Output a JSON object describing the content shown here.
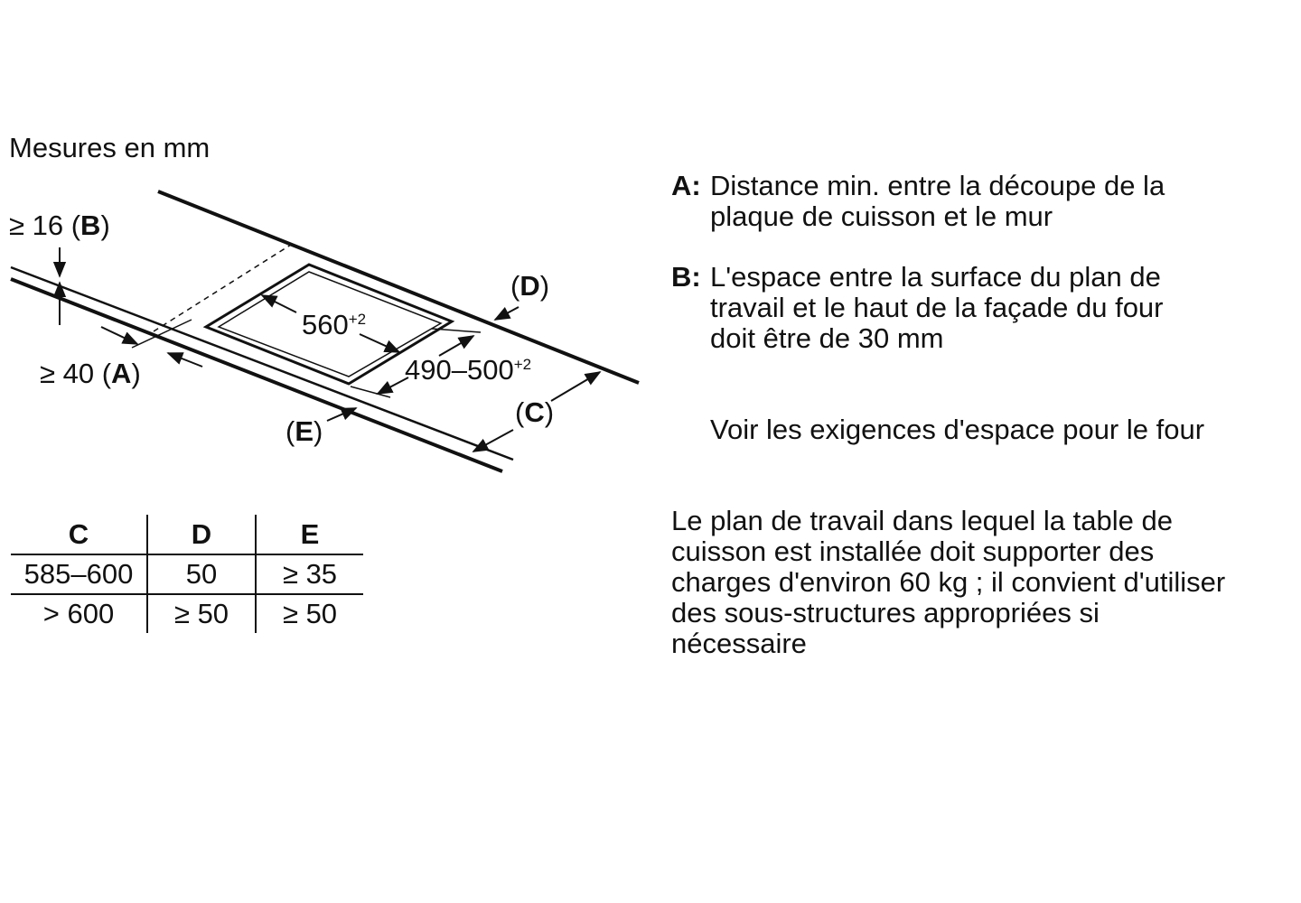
{
  "units_label": "Mesures en mm",
  "diagram": {
    "b_label": {
      "prefix": "≥ 16 (",
      "key": "B",
      "suffix": ")"
    },
    "a_label": {
      "prefix": "≥ 40 (",
      "key": "A",
      "suffix": ")"
    },
    "d_label": {
      "prefix": "(",
      "key": "D",
      "suffix": ")"
    },
    "c_label": {
      "prefix": "(",
      "key": "C",
      "suffix": ")"
    },
    "e_label": {
      "prefix": "(",
      "key": "E",
      "suffix": ")"
    },
    "width_dim": {
      "value": "560",
      "tolerance": "+2"
    },
    "depth_dim": {
      "value": "490–500",
      "tolerance": "+2"
    }
  },
  "table": {
    "headers": [
      "C",
      "D",
      "E"
    ],
    "rows": [
      [
        "585–600",
        "50",
        "≥ 35"
      ],
      [
        "> 600",
        "≥ 50",
        "≥ 50"
      ]
    ]
  },
  "legend": [
    {
      "key": "A:",
      "lines": [
        "Distance min. entre la découpe de la",
        "plaque de cuisson et le mur"
      ]
    },
    {
      "key": "B:",
      "lines": [
        "L'espace entre la surface du plan de",
        "travail et le haut de la façade du four",
        "doit être de 30 mm"
      ]
    }
  ],
  "oven_note": "Voir les exigences d'espace pour le four",
  "load_note": [
    "Le plan de travail dans lequel la table de",
    "cuisson est installée doit supporter des",
    "charges d'environ 60 kg ; il convient d'utiliser",
    "des sous-structures appropriées si",
    "nécessaire"
  ]
}
